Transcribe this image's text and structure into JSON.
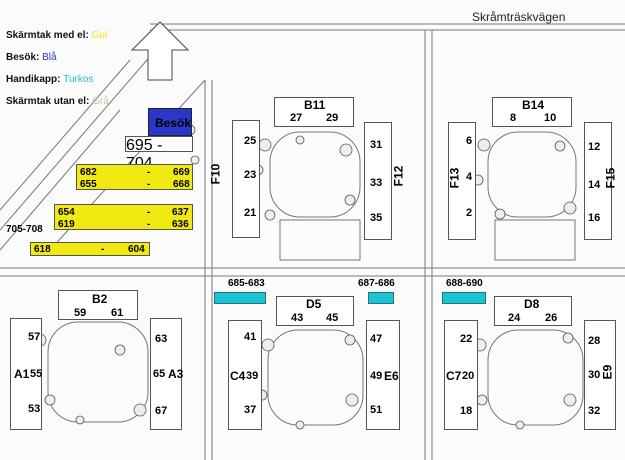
{
  "legend": {
    "roof_el_label": "Skärmtak med el:",
    "roof_el_value": "Gul",
    "visit_label": "Besök:",
    "visit_value": "Blå",
    "handicap_label": "Handikapp:",
    "handicap_value": "Turkos",
    "roof_noel_label": "Skärmtak utan el:",
    "roof_noel_value": "Grå"
  },
  "colors": {
    "yellow": "#f1ea12",
    "blue": "#2b37c8",
    "turquoise": "#1ec3cf",
    "gray": "#c9c0a6"
  },
  "road": {
    "name": "Skråmträskvägen"
  },
  "parking": {
    "besok": "Besök",
    "p695": "695",
    "p704": "704",
    "p682": "682",
    "p669": "669",
    "p655": "655",
    "p668": "668",
    "p654": "654",
    "p637": "637",
    "p619": "619",
    "p636": "636",
    "p705_708": "705-708",
    "p618": "618",
    "p604": "604",
    "dash": "-",
    "t685_683": "685-683",
    "t687_686": "687-686",
    "t688_690": "688-690"
  },
  "buildings": {
    "B11": "B11",
    "B11_a": "27",
    "B11_b": "29",
    "B14": "B14",
    "B14_a": "8",
    "B14_b": "10",
    "F10": "F10",
    "F10_a": "25",
    "F10_b": "23",
    "F10_c": "21",
    "F12": "F12",
    "F12_a": "31",
    "F12_b": "33",
    "F12_c": "35",
    "F13": "F13",
    "F13_a": "6",
    "F13_b": "4",
    "F13_c": "2",
    "F15": "F15",
    "F15_a": "12",
    "F15_b": "14",
    "F15_c": "16",
    "B2": "B2",
    "B2_a": "59",
    "B2_b": "61",
    "D5": "D5",
    "D5_a": "43",
    "D5_b": "45",
    "D8": "D8",
    "D8_a": "24",
    "D8_b": "26",
    "A1": "A1",
    "A1_a": "57",
    "A1_b": "55",
    "A1_c": "53",
    "A3": "A3",
    "A3_a": "63",
    "A3_b": "65",
    "A3_c": "67",
    "C4": "C4",
    "C4_a": "41",
    "C4_b": "39",
    "C4_c": "37",
    "E6": "E6",
    "E6_a": "47",
    "E6_b": "49",
    "E6_c": "51",
    "C7": "C7",
    "C7_a": "22",
    "C7_b": "20",
    "C7_c": "18",
    "E9": "E9",
    "E9_a": "28",
    "E9_b": "30",
    "E9_c": "32"
  }
}
